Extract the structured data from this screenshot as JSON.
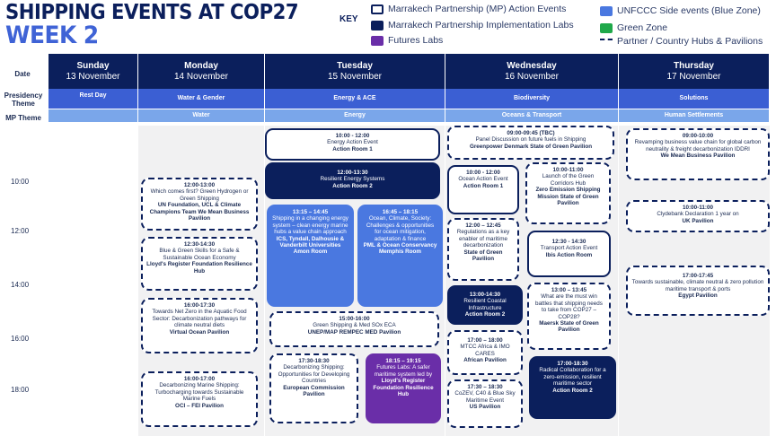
{
  "title": {
    "line1": "SHIPPING EVENTS AT COP27",
    "line2": "WEEK 2"
  },
  "key": {
    "label": "KEY",
    "items": [
      {
        "text": "Marrakech Partnership (MP) Action Events",
        "style": "solid-outline",
        "color": "#0b1f5c"
      },
      {
        "text": "Marrakech Partnership Implementation Labs",
        "style": "fill",
        "color": "#0b1f5c"
      },
      {
        "text": "Futures Labs",
        "style": "fill",
        "color": "#6a2ea8"
      },
      {
        "text": "UNFCCC Side events (Blue Zone)",
        "style": "fill",
        "color": "#4a78e0"
      },
      {
        "text": "Green Zone",
        "style": "fill",
        "color": "#1fa84a"
      },
      {
        "text": "Partner / Country Hubs & Pavilions",
        "style": "dashed-outline",
        "color": "#0b1f5c"
      }
    ]
  },
  "row_labels": {
    "date": "Date",
    "presidency": "Presidency Theme",
    "mp": "MP Theme"
  },
  "days": [
    {
      "day": "Sunday",
      "date": "13 November",
      "presidency": "Rest Day",
      "mp": ""
    },
    {
      "day": "Monday",
      "date": "14 November",
      "presidency": "Water & Gender",
      "mp": "Water"
    },
    {
      "day": "Tuesday",
      "date": "15 November",
      "presidency": "Energy & ACE",
      "mp": "Energy"
    },
    {
      "day": "Wednesday",
      "date": "16 November",
      "presidency": "Biodiversity",
      "mp": "Oceans & Transport"
    },
    {
      "day": "Thursday",
      "date": "17 November",
      "presidency": "Solutions",
      "mp": "Human Settlements"
    }
  ],
  "times": [
    "10:00",
    "12:00",
    "14:00",
    "16:00",
    "18:00"
  ],
  "events": {
    "mon": [
      {
        "time": "12:00-13:00",
        "desc": "Which comes first? Green Hydrogen or Green Shipping",
        "venue": "UN Foundation, UCL & Climate Champions Team We Mean Business Pavilion"
      },
      {
        "time": "12:30-14:30",
        "desc": "Blue & Green Skills for a Safe & Sustainable Ocean Economy",
        "venue": "Lloyd's Register Foundation Resilience Hub"
      },
      {
        "time": "16:00-17:30",
        "desc": "Towards Net Zero in the Aquatic Food Sector: Decarbonization pathways for climate neutral diets",
        "venue": "Virtual Ocean Pavilion"
      },
      {
        "time": "16:00-17:00",
        "desc": "Decarbonizing Marine Shipping: Turbocharging towards Sustainable Marine Fuels",
        "venue": "OCI – FEI Pavilion"
      }
    ],
    "tue": [
      {
        "time": "10:00 - 12:00",
        "desc": "Energy Action Event",
        "venue": "Action Room 1"
      },
      {
        "time": "12:00-13:30",
        "desc": "Resilient Energy Systems",
        "venue": "Action Room 2"
      },
      {
        "time": "13:15 – 14:45",
        "desc": "Shipping in a changing energy system – clean energy marine hubs a value chain approach",
        "venue": "ICS, Tyndall, Dalhousie & Vanderbilt Universities Amon Room"
      },
      {
        "time": "16:45 – 18:15",
        "desc": "Ocean, Climate, Society: Challenges & opportunities for ocean mitigation, adaptation & finance",
        "venue": "PML & Ocean Conservancy Memphis Room"
      },
      {
        "time": "15:00-16:00",
        "desc": "Green Shipping & Med SOx ECA",
        "venue": "UNEP/MAP REMPEC MED Pavilion"
      },
      {
        "time": "17:30-18:30",
        "desc": "Decarbonizing Shipping: Opportunities for Developing Countries",
        "venue": "European Commission Pavilion"
      },
      {
        "time": "18:15 – 19:15",
        "desc": "Futures Labs: A safer maritime system led by",
        "venue": "Lloyd's Register Foundation Resilience Hub"
      }
    ],
    "wed": [
      {
        "time": "09:00-09:45 (TBC)",
        "desc": "Panel Discussion on future fuels in Shipping",
        "venue": "Greenpower Denmark State of Green Pavilion"
      },
      {
        "time": "10:00 - 12:00",
        "desc": "Ocean Action Event",
        "venue": "Action Room 1"
      },
      {
        "time": "10:00-11:00",
        "desc": "Launch of the Green Corridors Hub",
        "venue": "Zero Emission Shipping Mission State of Green Pavilion"
      },
      {
        "time": "12:00 – 12:45",
        "desc": "Regulations as a key enabler of maritime decarbonization",
        "venue": "State of Green Pavilion"
      },
      {
        "time": "12:30 - 14:30",
        "desc": "Transport Action Event",
        "venue": "Ibis Action Room"
      },
      {
        "time": "13:00-14:30",
        "desc": "Resilient Coastal Infrastructure",
        "venue": "Action Room 2"
      },
      {
        "time": "13:00 – 13:45",
        "desc": "What are the must win battles that shipping needs to take from COP27 – COP28?",
        "venue": "Maersk State of Green Pavilion"
      },
      {
        "time": "17:00 – 18:00",
        "desc": "MTCC Africa & IMO CARES",
        "venue": "African Pavilion"
      },
      {
        "time": "17:00-18:30",
        "desc": "Radical Collaboration for a zero-emission, resilient maritime sector",
        "venue": "Action Room 2"
      },
      {
        "time": "17:30 – 18:30",
        "desc": "CoZEV, C40 & Blue Sky Maritime Event",
        "venue": "US Pavilion"
      }
    ],
    "thu": [
      {
        "time": "09:00-10:00",
        "desc": "Revamping business value chain for global carbon neutrality & freight decarbonization IDDRI",
        "venue": "We Mean Business Pavilion"
      },
      {
        "time": "10:00-11:00",
        "desc": "Clydebank Declaration 1 year on",
        "venue": "UK Pavilion"
      },
      {
        "time": "17:00-17:45",
        "desc": "Towards sustainable, climate neutral & zero pollution maritime transport & ports",
        "venue": "Egypt Pavilion"
      }
    ]
  }
}
